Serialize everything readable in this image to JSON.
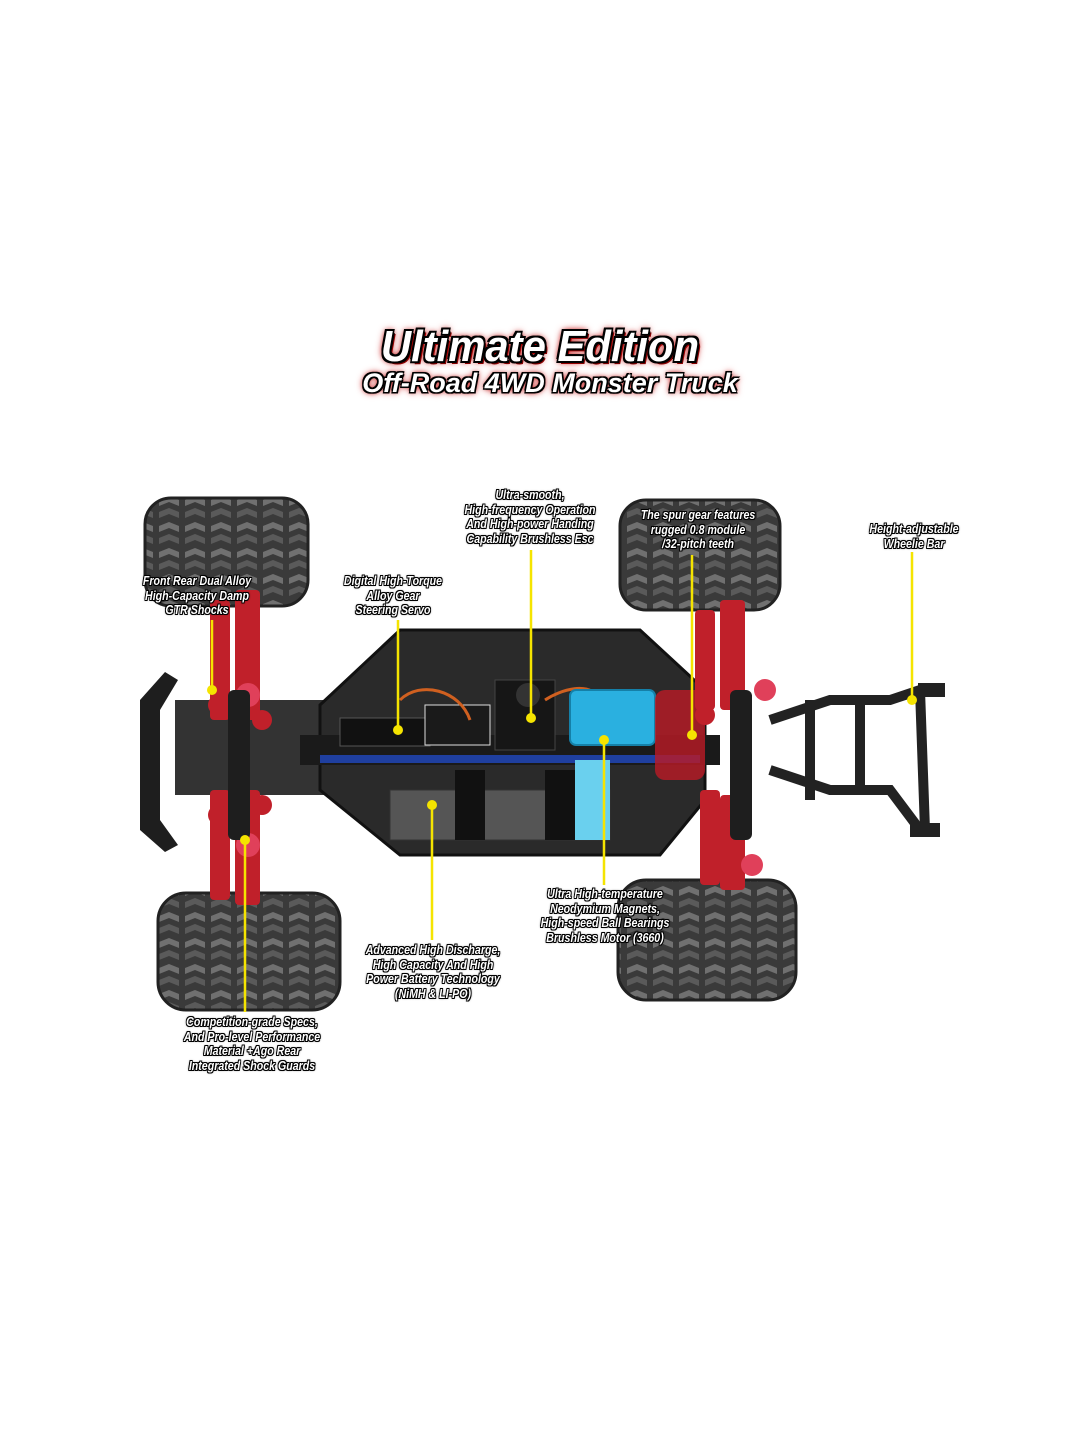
{
  "header": {
    "title": "Ultimate Edition",
    "subtitle": "Off-Road 4WD Monster Truck"
  },
  "callouts": [
    {
      "id": "esc",
      "lines": [
        "Ultra-smooth,",
        "High-frequency Operation",
        "And High-power Handing",
        "Capability Brushless Esc"
      ]
    },
    {
      "id": "spur",
      "lines": [
        "The spur gear features",
        "rugged 0.8 module",
        "/32-pitch teeth"
      ]
    },
    {
      "id": "wheelie",
      "lines": [
        "Height-adjustable",
        "Wheelie Bar"
      ]
    },
    {
      "id": "shocks",
      "lines": [
        "Front Rear Dual Alloy",
        "High-Capacity Damp",
        "GTR Shocks"
      ]
    },
    {
      "id": "servo",
      "lines": [
        "Digital High-Torque",
        "Alloy Gear",
        "Steering Servo"
      ]
    },
    {
      "id": "motor",
      "lines": [
        "Ultra High-temperature",
        "Neodymium Magnets,",
        "High-speed Ball Bearings",
        "Brushless Motor (3660)"
      ]
    },
    {
      "id": "battery",
      "lines": [
        "Advanced High Discharge,",
        "High Capacity And High",
        "Power Battery Technology",
        "(NiMH & LI-PO)"
      ]
    },
    {
      "id": "guards",
      "lines": [
        "Competition-grade Specs,",
        "And Pro-level Performance",
        "Material +Ago Rear",
        "Integrated Shock Guards"
      ]
    }
  ],
  "colors": {
    "accent": "#c00000",
    "callout_line": "#f5e400",
    "chassis": "#2a2a2a",
    "alloy": "#c0202a",
    "motor": "#2ab0e0"
  }
}
